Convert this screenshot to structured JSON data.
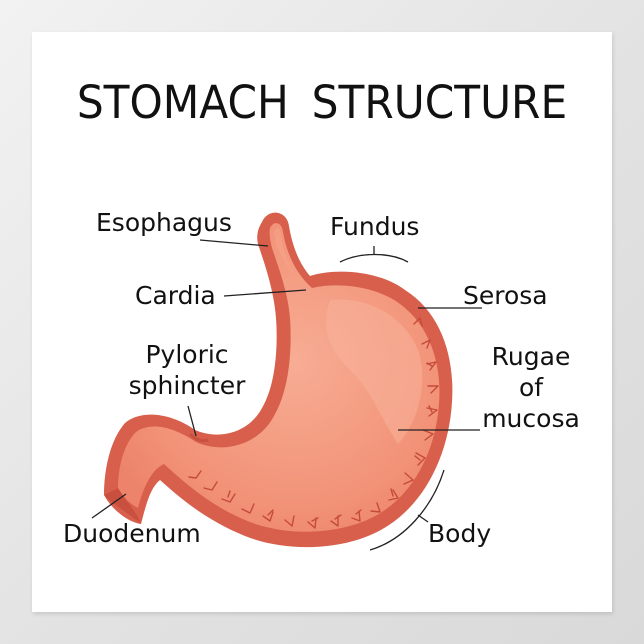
{
  "title": "STOMACH  STRUCTURE",
  "labels": {
    "esophagus": "Esophagus",
    "fundus": "Fundus",
    "cardia": "Cardia",
    "serosa": "Serosa",
    "pyloric_1": "Pyloric",
    "pyloric_2": "sphincter",
    "rugae_1": "Rugae",
    "rugae_2": "of",
    "rugae_3": "mucosa",
    "duodenum": "Duodenum",
    "body": "Body"
  },
  "colors": {
    "stomach_outer": "#d9614e",
    "stomach_inner": "#f39b82",
    "stomach_highlight": "#f6ab92",
    "vessel": "#c94a3c",
    "leader_line": "#222222"
  }
}
